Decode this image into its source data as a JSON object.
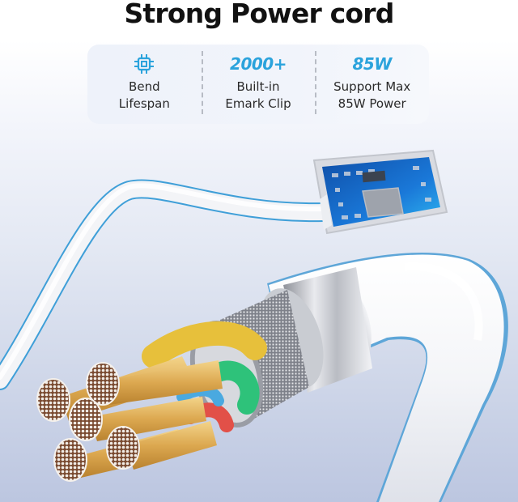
{
  "title": "Strong Power cord",
  "banner": {
    "features": [
      {
        "icon": "chip-icon",
        "headline": "",
        "lines": [
          "Bend",
          "Lifespan"
        ]
      },
      {
        "icon": "",
        "headline": "2000+",
        "lines": [
          "Built-in",
          "Emark Clip"
        ]
      },
      {
        "icon": "",
        "headline": "85W",
        "lines": [
          "Support Max",
          "85W Power"
        ]
      }
    ]
  },
  "colors": {
    "accent": "#2ba3dc",
    "title": "#111111",
    "cable": "#f4f5f8",
    "copper": "#e0b05a",
    "pcb": "#1a6fd0"
  },
  "illustration": {
    "subject": "white USB-C cable cut-away",
    "parts": [
      "emark-chip-module",
      "braided-shield",
      "copper-cores",
      "green-wire",
      "red-wire",
      "blue-wire",
      "yellow-wire"
    ]
  }
}
